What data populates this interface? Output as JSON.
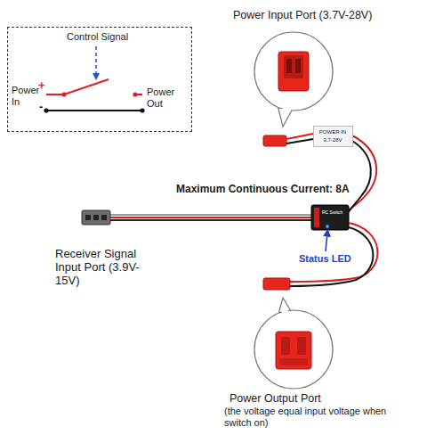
{
  "diagram": {
    "nodes": [
      {
        "text": [
          "Control Signal",
          "Power In",
          "+",
          "-",
          "Power Out"
        ]
      },
      {
        "text": [
          "POWER IN",
          "3.7-28V"
        ]
      }
    ],
    "labels": [
      "Power Input Port (3.7V-28V)",
      "Maximum Continuous Current: 8A",
      "RC Switch",
      "Receiver Signal Input Port (3.9V-15V)",
      "Status LED",
      "Power Output Port",
      "(the voltage equal input voltage when switch on)"
    ]
  }
}
